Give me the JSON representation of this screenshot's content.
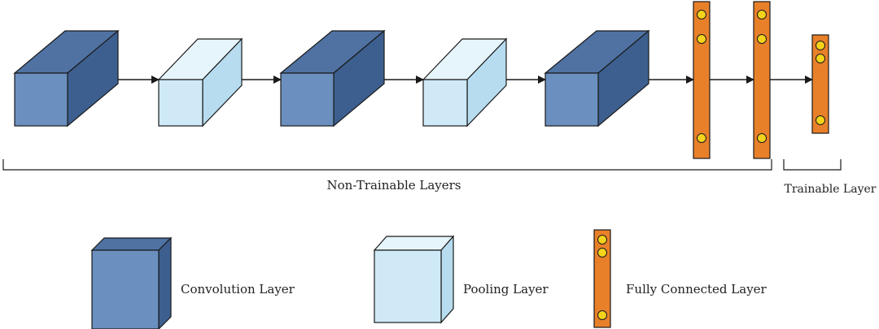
{
  "colors": {
    "convolution_front": "#6b8fbf",
    "convolution_top": "#4f72a3",
    "convolution_side": "#3d5f8f",
    "pooling_front": "#cfe9f7",
    "pooling_top": "#e6f5fc",
    "pooling_side": "#b7dcef",
    "fully_connected": "#e8802a",
    "node_fill": "#f5d31a",
    "outline": "#1a1a1a"
  },
  "diagram": {
    "pipeline": [
      "convolution-layer",
      "pooling-layer",
      "convolution-layer",
      "pooling-layer",
      "convolution-layer",
      "fully-connected-layer",
      "fully-connected-layer",
      "fully-connected-layer"
    ],
    "brackets": {
      "non_trainable_label": "Non-Trainable Layers",
      "trainable_label": "Trainable Layer"
    }
  },
  "legend": {
    "convolution_label": "Convolution Layer",
    "pooling_label": "Pooling Layer",
    "fully_connected_label": "Fully Connected Layer"
  }
}
